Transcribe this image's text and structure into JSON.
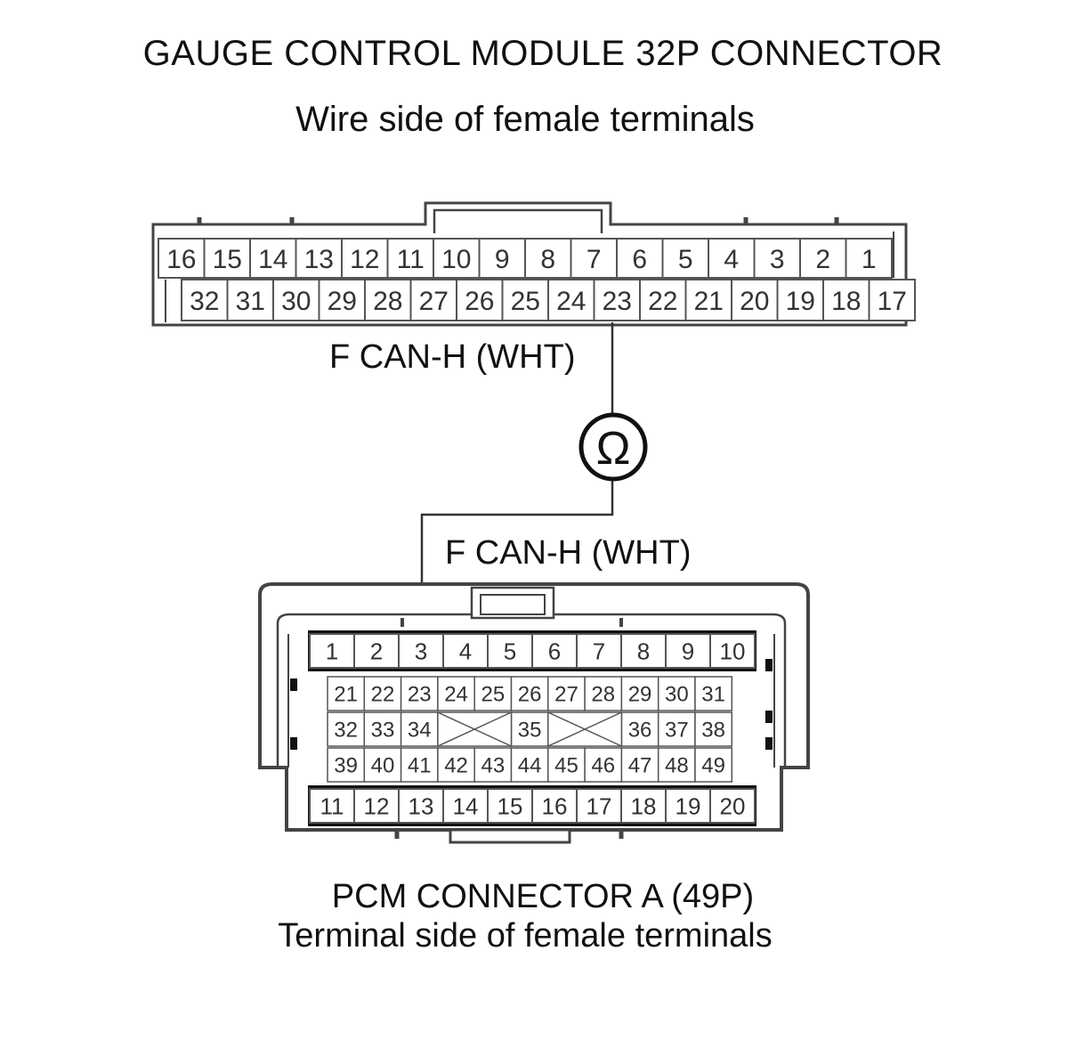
{
  "header": {
    "title": "GAUGE CONTROL MODULE 32P CONNECTOR",
    "subtitle": "Wire side of female terminals"
  },
  "gauge_connector": {
    "top_row": [
      "16",
      "15",
      "14",
      "13",
      "12",
      "11",
      "10",
      "9",
      "8",
      "7",
      "6",
      "5",
      "4",
      "3",
      "2",
      "1"
    ],
    "bottom_row": [
      "32",
      "31",
      "30",
      "29",
      "28",
      "27",
      "26",
      "25",
      "24",
      "23",
      "22",
      "21",
      "20",
      "19",
      "18",
      "17"
    ],
    "probed_terminal": "23"
  },
  "wire_labels": {
    "gauge_side": "F CAN-H (WHT)",
    "pcm_side": "F CAN-H (WHT)"
  },
  "meter": {
    "symbol": "Ω",
    "icon": "ohmmeter-icon"
  },
  "pcm_connector": {
    "row1": [
      "1",
      "2",
      "3",
      "4",
      "5",
      "6",
      "7",
      "8",
      "9",
      "10"
    ],
    "row2": [
      "21",
      "22",
      "23",
      "24",
      "25",
      "26",
      "27",
      "28",
      "29",
      "30",
      "31"
    ],
    "row3": [
      "32",
      "33",
      "34",
      "",
      "",
      "35",
      "",
      "",
      "36",
      "37",
      "38"
    ],
    "row4": [
      "39",
      "40",
      "41",
      "42",
      "43",
      "44",
      "45",
      "46",
      "47",
      "48",
      "49"
    ],
    "row5": [
      "11",
      "12",
      "13",
      "14",
      "15",
      "16",
      "17",
      "18",
      "19",
      "20"
    ],
    "probed_terminal": "3",
    "title": "PCM CONNECTOR A (49P)",
    "subtitle": "Terminal side of female terminals"
  }
}
